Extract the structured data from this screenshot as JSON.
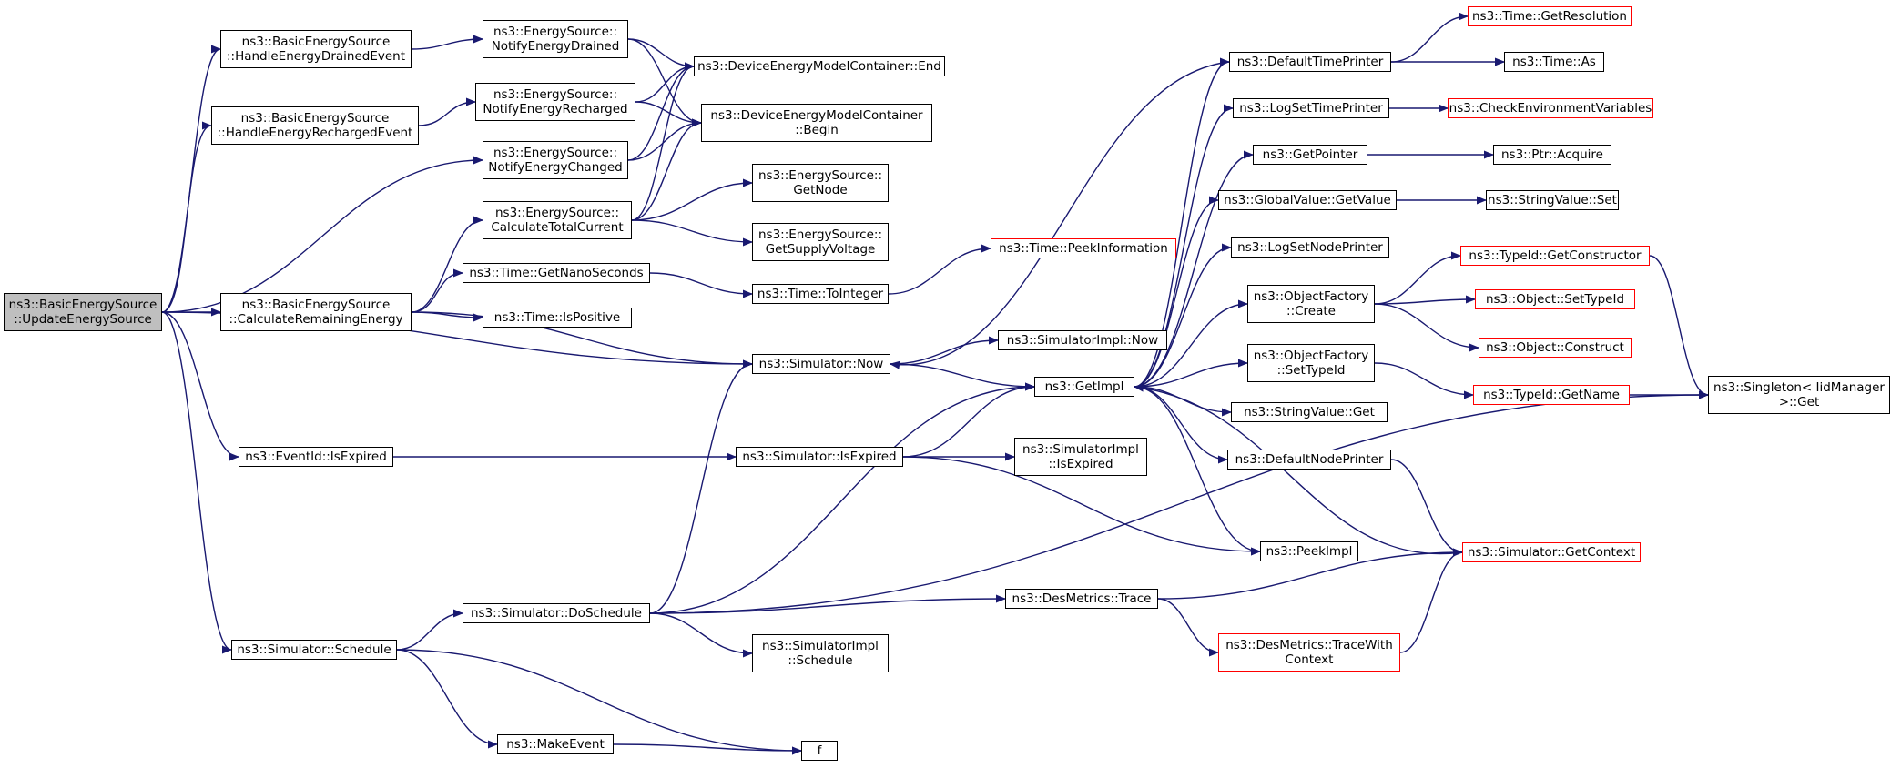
{
  "diagram": {
    "edge_color": "#191970",
    "red_border_color": "#ff0000",
    "root_fill": "#bfbfbf",
    "nodes": [
      {
        "id": "root",
        "lines": [
          "ns3::BasicEnergySource",
          "::UpdateEnergySource"
        ],
        "red": false,
        "root": true
      },
      {
        "id": "handleDrained",
        "lines": [
          "ns3::BasicEnergySource",
          "::HandleEnergyDrainedEvent"
        ],
        "red": false
      },
      {
        "id": "handleRecharged",
        "lines": [
          "ns3::BasicEnergySource",
          "::HandleEnergyRechargedEvent"
        ],
        "red": false
      },
      {
        "id": "calcRemaining",
        "lines": [
          "ns3::BasicEnergySource",
          "::CalculateRemainingEnergy"
        ],
        "red": false
      },
      {
        "id": "isExpiredEv",
        "lines": [
          "ns3::EventId::IsExpired"
        ],
        "red": false
      },
      {
        "id": "schedule",
        "lines": [
          "ns3::Simulator::Schedule"
        ],
        "red": false
      },
      {
        "id": "notifyDrained",
        "lines": [
          "ns3::EnergySource::",
          "NotifyEnergyDrained"
        ],
        "red": false
      },
      {
        "id": "notifyRecharged",
        "lines": [
          "ns3::EnergySource::",
          "NotifyEnergyRecharged"
        ],
        "red": false
      },
      {
        "id": "notifyChanged",
        "lines": [
          "ns3::EnergySource::",
          "NotifyEnergyChanged"
        ],
        "red": false
      },
      {
        "id": "calcTotal",
        "lines": [
          "ns3::EnergySource::",
          "CalculateTotalCurrent"
        ],
        "red": false
      },
      {
        "id": "getNano",
        "lines": [
          "ns3::Time::GetNanoSeconds"
        ],
        "red": false
      },
      {
        "id": "isPositive",
        "lines": [
          "ns3::Time::IsPositive"
        ],
        "red": false
      },
      {
        "id": "doSchedule",
        "lines": [
          "ns3::Simulator::DoSchedule"
        ],
        "red": false
      },
      {
        "id": "makeEvent",
        "lines": [
          "ns3::MakeEvent"
        ],
        "red": false
      },
      {
        "id": "dmEnd",
        "lines": [
          "ns3::DeviceEnergyModelContainer::End"
        ],
        "red": false
      },
      {
        "id": "dmBegin",
        "lines": [
          "ns3::DeviceEnergyModelContainer",
          "::Begin"
        ],
        "red": false
      },
      {
        "id": "getNode",
        "lines": [
          "ns3::EnergySource::",
          "GetNode"
        ],
        "red": false
      },
      {
        "id": "getSupply",
        "lines": [
          "ns3::EnergySource::",
          "GetSupplyVoltage"
        ],
        "red": false
      },
      {
        "id": "toInteger",
        "lines": [
          "ns3::Time::ToInteger"
        ],
        "red": false
      },
      {
        "id": "simNow",
        "lines": [
          "ns3::Simulator::Now"
        ],
        "red": false
      },
      {
        "id": "simIsExpired",
        "lines": [
          "ns3::Simulator::IsExpired"
        ],
        "red": false
      },
      {
        "id": "implSchedule",
        "lines": [
          "ns3::SimulatorImpl",
          "::Schedule"
        ],
        "red": false
      },
      {
        "id": "f",
        "lines": [
          "f"
        ],
        "red": false
      },
      {
        "id": "peekInfo",
        "lines": [
          "ns3::Time::PeekInformation"
        ],
        "red": true
      },
      {
        "id": "implNow",
        "lines": [
          "ns3::SimulatorImpl::Now"
        ],
        "red": false
      },
      {
        "id": "getImpl",
        "lines": [
          "ns3::GetImpl"
        ],
        "red": false
      },
      {
        "id": "implIsExpired",
        "lines": [
          "ns3::SimulatorImpl",
          "::IsExpired"
        ],
        "red": false
      },
      {
        "id": "dmTrace",
        "lines": [
          "ns3::DesMetrics::Trace"
        ],
        "red": false
      },
      {
        "id": "defTimePrinter",
        "lines": [
          "ns3::DefaultTimePrinter"
        ],
        "red": false
      },
      {
        "id": "logSetTime",
        "lines": [
          "ns3::LogSetTimePrinter"
        ],
        "red": false
      },
      {
        "id": "getPointer",
        "lines": [
          "ns3::GetPointer"
        ],
        "red": false
      },
      {
        "id": "gvGetValue",
        "lines": [
          "ns3::GlobalValue::GetValue"
        ],
        "red": false
      },
      {
        "id": "logSetNode",
        "lines": [
          "ns3::LogSetNodePrinter"
        ],
        "red": false
      },
      {
        "id": "ofCreate",
        "lines": [
          "ns3::ObjectFactory",
          "::Create"
        ],
        "red": false
      },
      {
        "id": "ofSetTypeId",
        "lines": [
          "ns3::ObjectFactory",
          "::SetTypeId"
        ],
        "red": false
      },
      {
        "id": "svGet",
        "lines": [
          "ns3::StringValue::Get"
        ],
        "red": false
      },
      {
        "id": "defNodePrinter",
        "lines": [
          "ns3::DefaultNodePrinter"
        ],
        "red": false
      },
      {
        "id": "peekImpl",
        "lines": [
          "ns3::PeekImpl"
        ],
        "red": false
      },
      {
        "id": "traceWithCtx",
        "lines": [
          "ns3::DesMetrics::TraceWith",
          "Context"
        ],
        "red": true
      },
      {
        "id": "getResolution",
        "lines": [
          "ns3::Time::GetResolution"
        ],
        "red": true
      },
      {
        "id": "timeAs",
        "lines": [
          "ns3::Time::As"
        ],
        "red": false
      },
      {
        "id": "checkEnv",
        "lines": [
          "ns3::CheckEnvironmentVariables"
        ],
        "red": true
      },
      {
        "id": "ptrAcquire",
        "lines": [
          "ns3::Ptr::Acquire"
        ],
        "red": false
      },
      {
        "id": "svSet",
        "lines": [
          "ns3::StringValue::Set"
        ],
        "red": false
      },
      {
        "id": "tidGetCtor",
        "lines": [
          "ns3::TypeId::GetConstructor"
        ],
        "red": true
      },
      {
        "id": "objSetTid",
        "lines": [
          "ns3::Object::SetTypeId"
        ],
        "red": true
      },
      {
        "id": "objConstruct",
        "lines": [
          "ns3::Object::Construct"
        ],
        "red": true
      },
      {
        "id": "tidGetName",
        "lines": [
          "ns3::TypeId::GetName"
        ],
        "red": true
      },
      {
        "id": "simGetContext",
        "lines": [
          "ns3::Simulator::GetContext"
        ],
        "red": true
      },
      {
        "id": "singletonGet",
        "lines": [
          "ns3::Singleton< IidManager",
          ">::Get"
        ],
        "red": false
      }
    ],
    "edges": [
      [
        "root",
        "handleDrained"
      ],
      [
        "root",
        "handleRecharged"
      ],
      [
        "root",
        "notifyChanged"
      ],
      [
        "root",
        "calcRemaining"
      ],
      [
        "root",
        "simNow"
      ],
      [
        "root",
        "isExpiredEv"
      ],
      [
        "root",
        "schedule"
      ],
      [
        "handleDrained",
        "notifyDrained"
      ],
      [
        "handleRecharged",
        "notifyRecharged"
      ],
      [
        "calcRemaining",
        "calcTotal"
      ],
      [
        "calcRemaining",
        "getNano"
      ],
      [
        "calcRemaining",
        "isPositive"
      ],
      [
        "calcRemaining",
        "simNow"
      ],
      [
        "isExpiredEv",
        "simIsExpired"
      ],
      [
        "schedule",
        "doSchedule"
      ],
      [
        "schedule",
        "makeEvent"
      ],
      [
        "schedule",
        "f"
      ],
      [
        "notifyDrained",
        "dmEnd"
      ],
      [
        "notifyDrained",
        "dmBegin"
      ],
      [
        "notifyRecharged",
        "dmEnd"
      ],
      [
        "notifyRecharged",
        "dmBegin"
      ],
      [
        "notifyChanged",
        "dmEnd"
      ],
      [
        "notifyChanged",
        "dmBegin"
      ],
      [
        "calcTotal",
        "dmEnd"
      ],
      [
        "calcTotal",
        "dmBegin"
      ],
      [
        "calcTotal",
        "getNode"
      ],
      [
        "calcTotal",
        "getSupply"
      ],
      [
        "getNano",
        "toInteger"
      ],
      [
        "toInteger",
        "peekInfo"
      ],
      [
        "doSchedule",
        "simNow"
      ],
      [
        "doSchedule",
        "getImpl"
      ],
      [
        "doSchedule",
        "implSchedule"
      ],
      [
        "doSchedule",
        "dmTrace"
      ],
      [
        "doSchedule",
        "singletonGet"
      ],
      [
        "makeEvent",
        "f"
      ],
      [
        "simNow",
        "implNow"
      ],
      [
        "simNow",
        "getImpl"
      ],
      [
        "simIsExpired",
        "getImpl"
      ],
      [
        "simIsExpired",
        "implIsExpired"
      ],
      [
        "simIsExpired",
        "peekImpl"
      ],
      [
        "getImpl",
        "defTimePrinter"
      ],
      [
        "getImpl",
        "logSetTime"
      ],
      [
        "getImpl",
        "getPointer"
      ],
      [
        "getImpl",
        "gvGetValue"
      ],
      [
        "getImpl",
        "logSetNode"
      ],
      [
        "getImpl",
        "ofCreate"
      ],
      [
        "getImpl",
        "ofSetTypeId"
      ],
      [
        "getImpl",
        "svGet"
      ],
      [
        "getImpl",
        "defNodePrinter"
      ],
      [
        "getImpl",
        "peekImpl"
      ],
      [
        "defTimePrinter",
        "simNow"
      ],
      [
        "defTimePrinter",
        "getResolution"
      ],
      [
        "defTimePrinter",
        "timeAs"
      ],
      [
        "logSetTime",
        "checkEnv"
      ],
      [
        "getPointer",
        "ptrAcquire"
      ],
      [
        "gvGetValue",
        "svSet"
      ],
      [
        "ofCreate",
        "tidGetCtor"
      ],
      [
        "ofCreate",
        "objSetTid"
      ],
      [
        "ofCreate",
        "objConstruct"
      ],
      [
        "ofSetTypeId",
        "tidGetName"
      ],
      [
        "defNodePrinter",
        "simGetContext"
      ],
      [
        "dmTrace",
        "simGetContext"
      ],
      [
        "dmTrace",
        "traceWithCtx"
      ],
      [
        "traceWithCtx",
        "simGetContext"
      ],
      [
        "simGetContext",
        "getImpl"
      ],
      [
        "tidGetCtor",
        "singletonGet"
      ],
      [
        "tidGetName",
        "singletonGet"
      ]
    ]
  }
}
